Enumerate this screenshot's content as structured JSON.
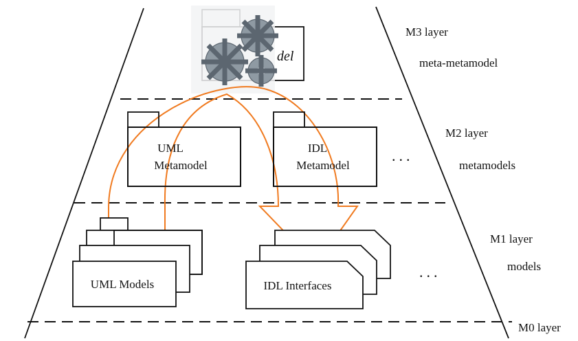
{
  "layers": [
    {
      "id": "m3",
      "name": "M3 layer",
      "caption": "meta-metamodel"
    },
    {
      "id": "m2",
      "name": "M2 layer",
      "caption": "metamodels"
    },
    {
      "id": "m1",
      "name": "M1 layer",
      "caption": "models"
    },
    {
      "id": "m0",
      "name": "M0 layer",
      "caption": ""
    }
  ],
  "m3_box_fragment": "del",
  "m2_packages": [
    {
      "id": "uml",
      "line1": "UML",
      "line2": "Metamodel"
    },
    {
      "id": "idl",
      "line1": "IDL",
      "line2": "Metamodel"
    }
  ],
  "m2_ellipsis": "...",
  "m1_stacks": [
    {
      "id": "uml-models",
      "label": "UML Models",
      "shape": "folder"
    },
    {
      "id": "idl-interfaces",
      "label": "IDL Interfaces",
      "shape": "cut-corner"
    }
  ],
  "m1_ellipsis": "...",
  "icons": {
    "gears": "gears-icon"
  },
  "colors": {
    "transformation_arrow": "#f07a1f",
    "lines": "#111111",
    "gear": "#8f9aa3"
  }
}
